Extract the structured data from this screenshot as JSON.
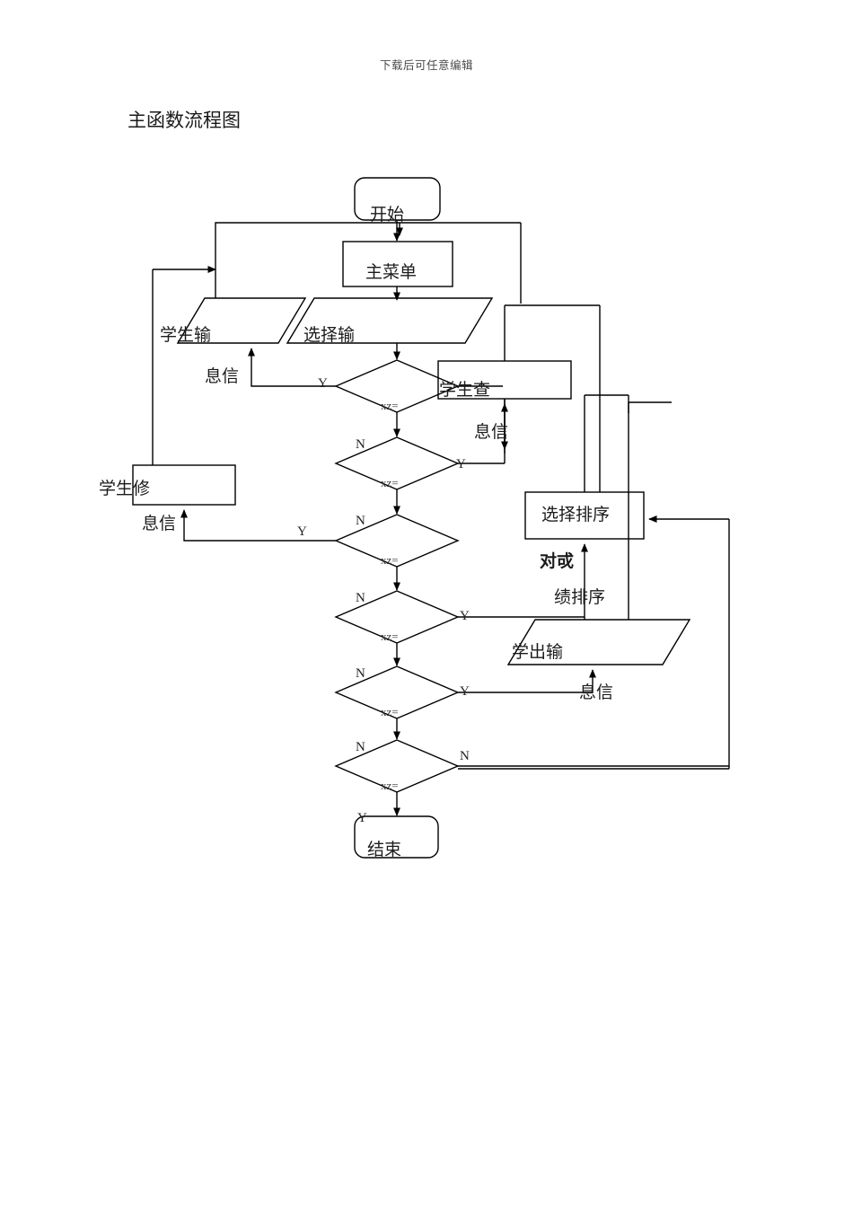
{
  "header": {
    "watermark": "下载后可任意编辑"
  },
  "document": {
    "title": "主函数流程图"
  },
  "diagram": {
    "type": "flowchart",
    "nodes": {
      "start": {
        "label": "开始",
        "shape": "terminator"
      },
      "main_menu": {
        "label": "主菜单",
        "shape": "process"
      },
      "input_student": {
        "label_line1": "学生输",
        "label_line2": "息信",
        "shape": "io-parallelogram"
      },
      "input_choice": {
        "label_line1": "选择输",
        "label_line2": "",
        "shape": "io-parallelogram"
      },
      "query_student": {
        "label_line1": "学生查",
        "label_line2": "息信",
        "shape": "process"
      },
      "modify_student": {
        "label_line1": "学生修",
        "label_line2": "息信",
        "shape": "process"
      },
      "selection_sort": {
        "label": "选择排序",
        "shape": "process"
      },
      "sort_scores": {
        "label_line1": "对戓",
        "label_line2": "绩排序",
        "shape": "annotation"
      },
      "output_student": {
        "label_line1": "学出输",
        "label_line2": "息信",
        "shape": "io-parallelogram"
      },
      "end": {
        "label": "结束",
        "shape": "terminator"
      }
    },
    "decisions": [
      {
        "id": "d1",
        "condition": "xz=",
        "yes": "Y",
        "no": "N"
      },
      {
        "id": "d2",
        "condition": "xz=",
        "yes": "Y",
        "no": "N"
      },
      {
        "id": "d3",
        "condition": "xz=",
        "yes": "Y",
        "no": "N"
      },
      {
        "id": "d4",
        "condition": "xz=",
        "yes": "Y",
        "no": "N"
      },
      {
        "id": "d5",
        "condition": "xz=",
        "yes": "Y",
        "no": "N"
      },
      {
        "id": "d6",
        "condition": "xz=",
        "yes": "Y",
        "no": "N"
      }
    ],
    "edge_labels": {
      "d1_yes": "Y",
      "d1_right": "",
      "d2_no": "N",
      "d2_yes": "Y",
      "d3_no": "N",
      "d3_yes": "Y",
      "d4_no": "N",
      "d4_yes": "Y",
      "d5_no": "N",
      "d5_yes": "Y",
      "d6_no": "N",
      "d6_right": "N",
      "end_yes": "Y"
    }
  }
}
